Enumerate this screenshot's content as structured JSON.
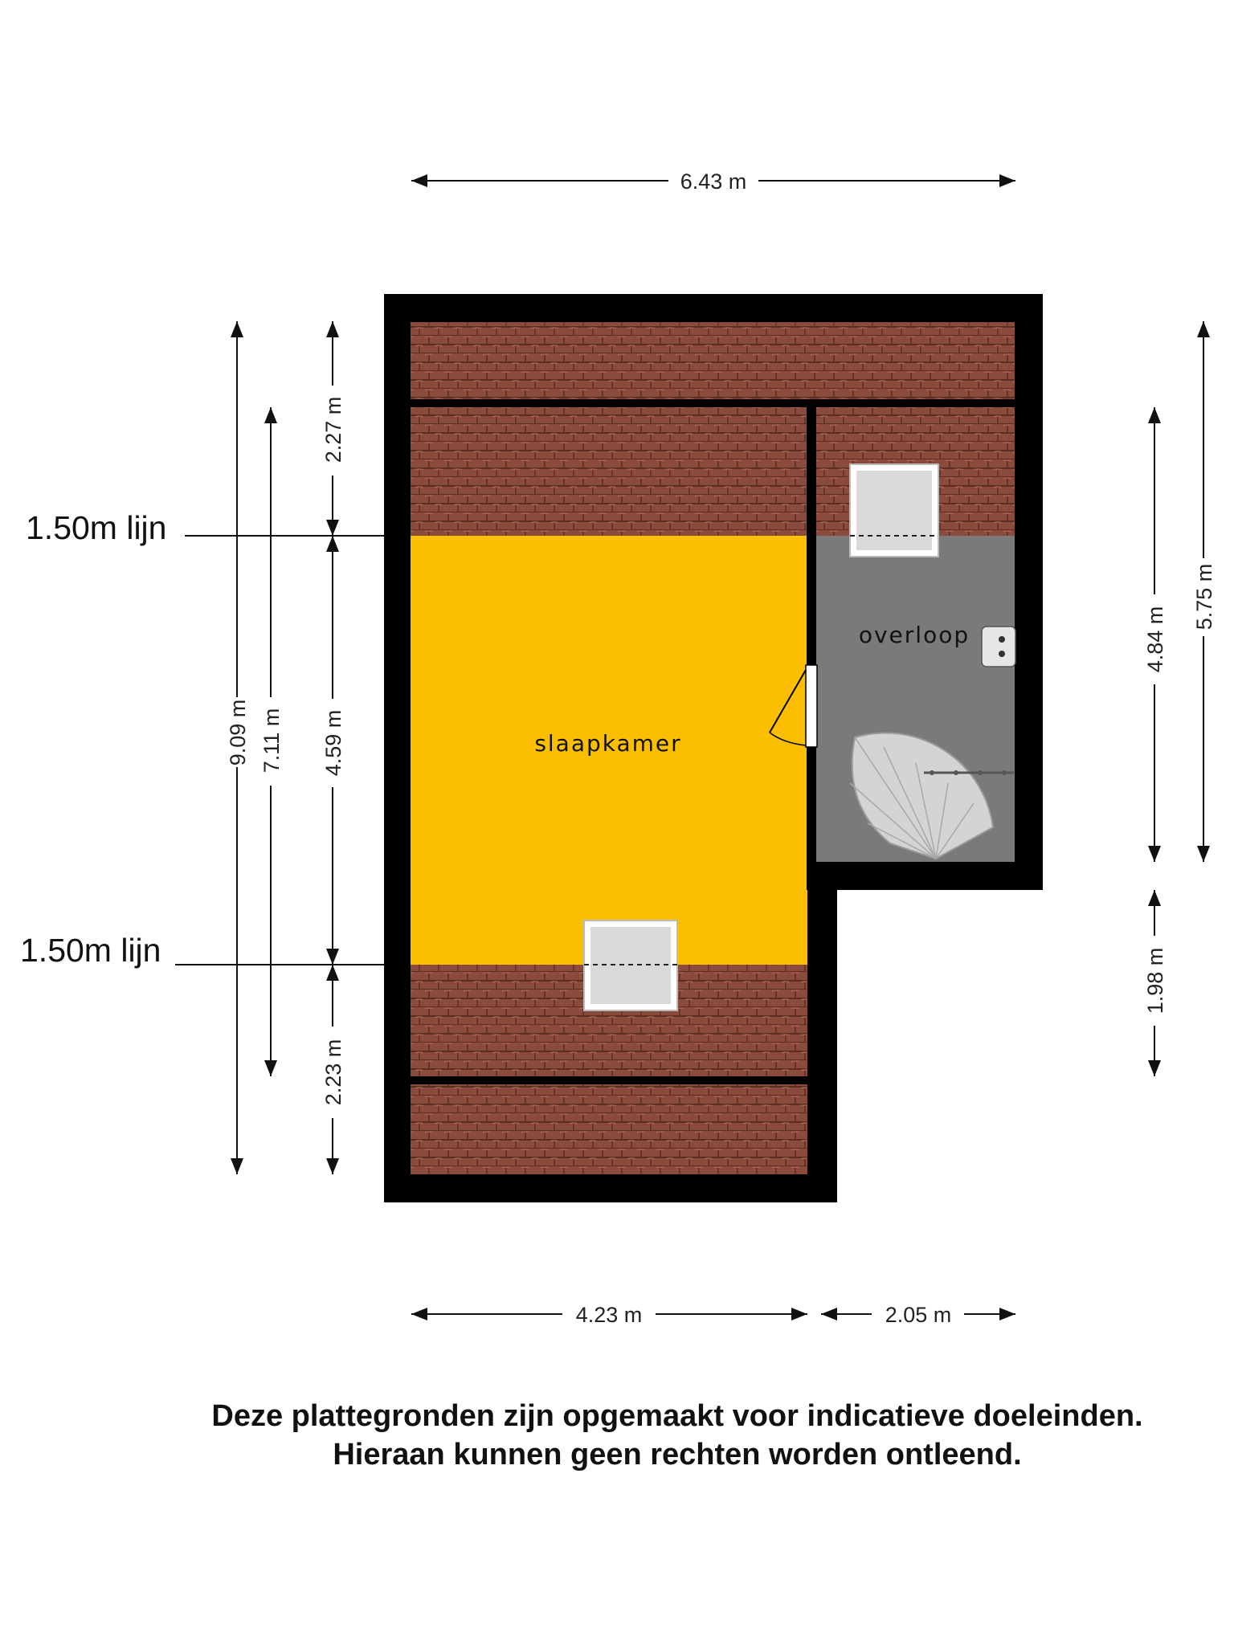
{
  "rooms": {
    "bedroom": "slaapkamer",
    "landing": "overloop"
  },
  "dimensions": {
    "top_width": "6.43 m",
    "bottom_left_width": "4.23 m",
    "bottom_right_width": "2.05 m",
    "left_total": "9.09 m",
    "left_inner": "7.11 m",
    "left_upper_slope": "2.27 m",
    "left_middle": "4.59 m",
    "left_lower_slope": "2.23 m",
    "right_landing": "4.84 m",
    "right_total": "5.75 m",
    "right_lower": "1.98 m"
  },
  "height_lines": {
    "upper": "1.50m lijn",
    "lower": "1.50m lijn"
  },
  "disclaimer": {
    "line1": "Deze plattegronden zijn opgemaakt voor indicatieve doeleinden.",
    "line2": "Hieraan kunnen geen rechten worden ontleend."
  },
  "colors": {
    "wall": "#000000",
    "roof_tile": "#8a4a3c",
    "bedroom_floor": "#fbbf00",
    "landing_floor": "#7a7a7a",
    "window": "#d9d9d9"
  }
}
